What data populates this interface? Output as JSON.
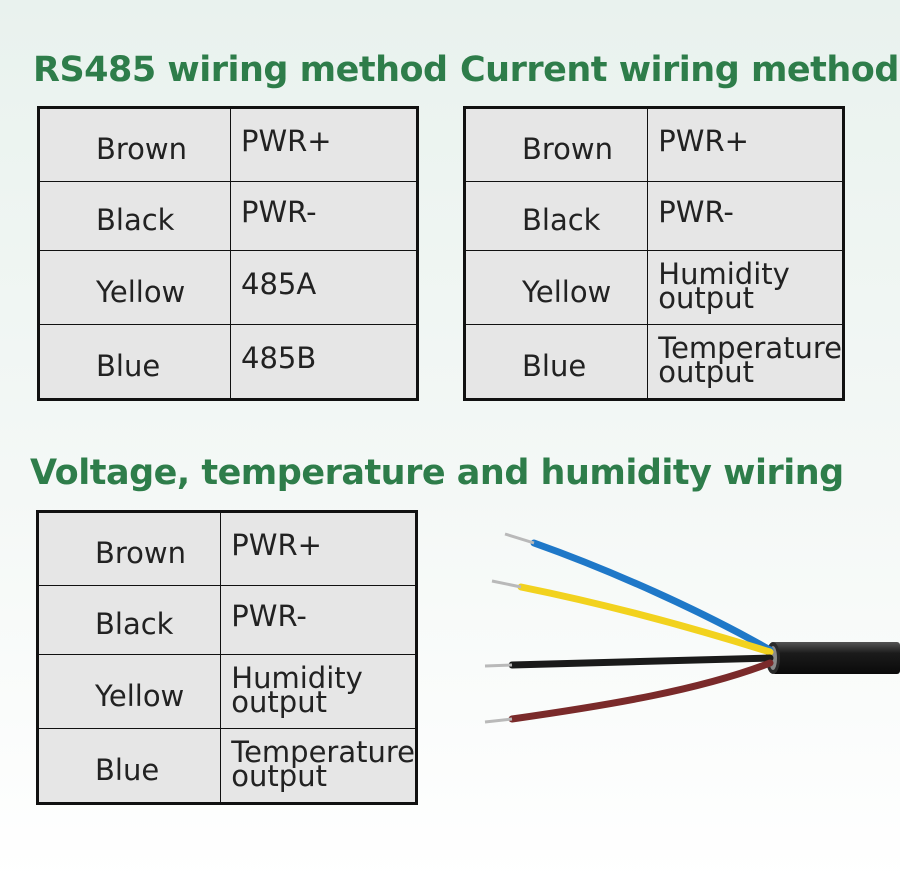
{
  "rs485": {
    "title": "RS485 wiring method",
    "rows": [
      {
        "wire": "Brown",
        "function": "PWR+"
      },
      {
        "wire": "Black",
        "function": "PWR-"
      },
      {
        "wire": "Yellow",
        "function": "485A"
      },
      {
        "wire": "Blue",
        "function": "485B"
      }
    ]
  },
  "current": {
    "title": "Current wiring method",
    "rows": [
      {
        "wire": "Brown",
        "function": "PWR+"
      },
      {
        "wire": "Black",
        "function": "PWR-"
      },
      {
        "wire": "Yellow",
        "function": "Humidity output"
      },
      {
        "wire": "Blue",
        "function": "Temperature output"
      }
    ]
  },
  "voltage": {
    "title": "Voltage, temperature and humidity wiring",
    "rows": [
      {
        "wire": "Brown",
        "function": "PWR+"
      },
      {
        "wire": "Black",
        "function": "PWR-"
      },
      {
        "wire": "Yellow",
        "function": "Humidity output"
      },
      {
        "wire": "Blue",
        "function": "Temperature output"
      }
    ]
  },
  "colors": {
    "title_green": "#2e7d4a",
    "table_bg": "#e6e6e6",
    "wire_blue": "#1f78c8",
    "wire_yellow": "#f2d21e",
    "wire_black": "#1a1a1a",
    "wire_brown": "#7a2a2a"
  }
}
